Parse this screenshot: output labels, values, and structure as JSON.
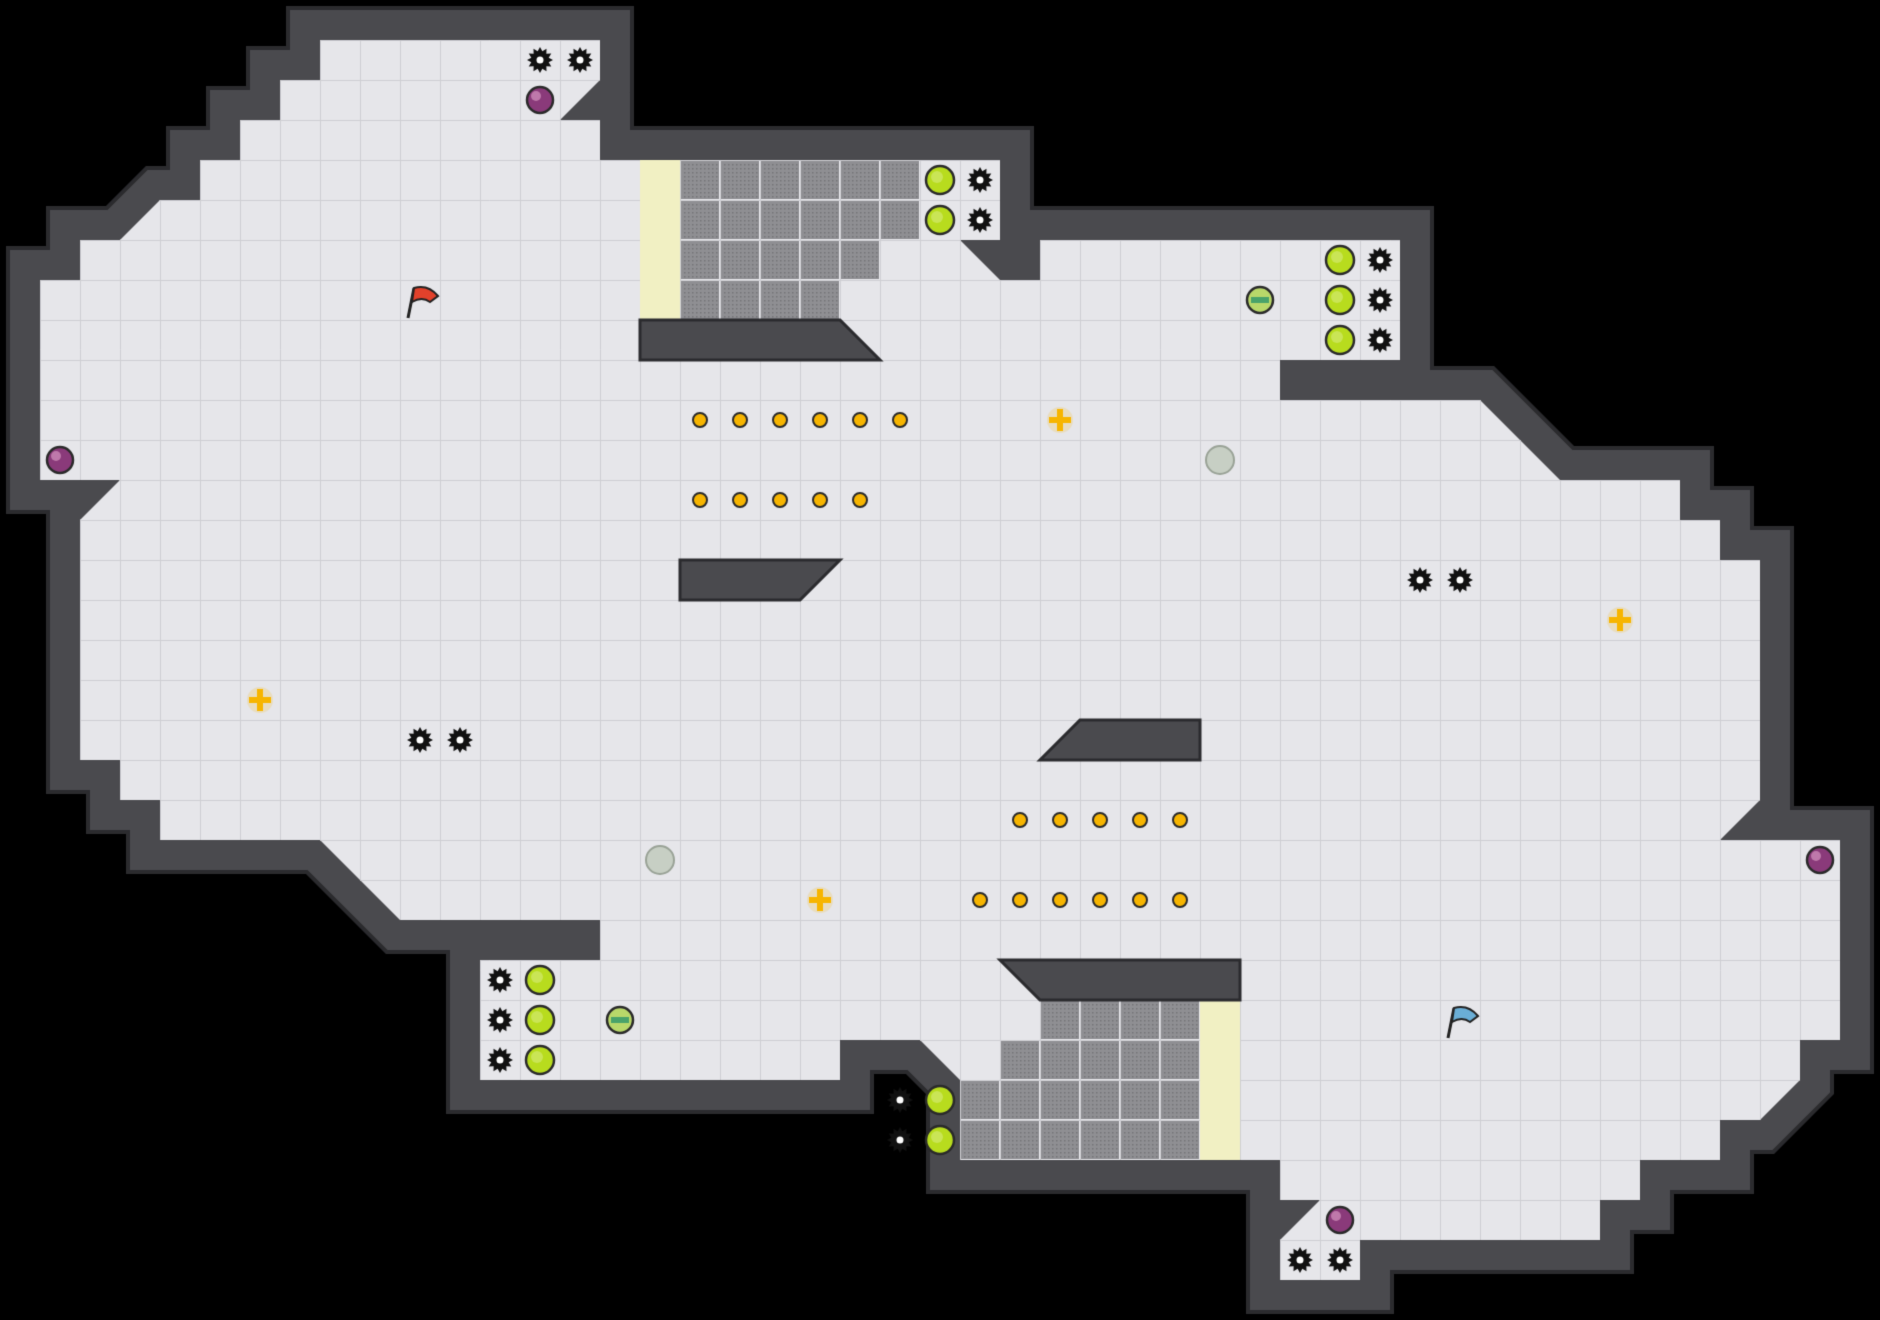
{
  "arena": {
    "colors": {
      "void": "#000000",
      "wall": "#4a4a4e",
      "wall_rim": "#2b2b2e",
      "floor": "#e6e6ea",
      "floor_grid": "#cfcfd4",
      "mesh": "#8f8f93",
      "ledge": "#f1f0c3",
      "pad": "#b8dc1e",
      "coin": "#f7b500",
      "gem": "#8a3a7a",
      "flag_red": "#e2412b",
      "flag_blue": "#6aaed6",
      "orb": "#c7cfc4"
    }
  },
  "items": {
    "flags": [
      {
        "team": "red",
        "col": 10,
        "row": 7
      },
      {
        "team": "blue",
        "col": 36,
        "row": 25
      }
    ],
    "gems": [
      {
        "col": 13,
        "row": 2
      },
      {
        "col": 1,
        "row": 11
      },
      {
        "col": 45,
        "row": 21
      },
      {
        "col": 33,
        "row": 30
      }
    ],
    "pads": [
      {
        "col": 23,
        "row": 4
      },
      {
        "col": 23,
        "row": 5
      },
      {
        "col": 33,
        "row": 6
      },
      {
        "col": 33,
        "row": 7
      },
      {
        "col": 33,
        "row": 8
      },
      {
        "col": 13,
        "row": 24
      },
      {
        "col": 13,
        "row": 25
      },
      {
        "col": 13,
        "row": 26
      },
      {
        "col": 23,
        "row": 27
      },
      {
        "col": 23,
        "row": 28
      }
    ],
    "spikes": [
      {
        "col": 13,
        "row": 1
      },
      {
        "col": 14,
        "row": 1
      },
      {
        "col": 24,
        "row": 4
      },
      {
        "col": 24,
        "row": 5
      },
      {
        "col": 34,
        "row": 6
      },
      {
        "col": 34,
        "row": 7
      },
      {
        "col": 34,
        "row": 8
      },
      {
        "col": 35,
        "row": 14
      },
      {
        "col": 36,
        "row": 14
      },
      {
        "col": 10,
        "row": 18
      },
      {
        "col": 11,
        "row": 18
      },
      {
        "col": 12,
        "row": 24
      },
      {
        "col": 12,
        "row": 25
      },
      {
        "col": 12,
        "row": 26
      },
      {
        "col": 22,
        "row": 27
      },
      {
        "col": 22,
        "row": 28
      },
      {
        "col": 32,
        "row": 31
      },
      {
        "col": 33,
        "row": 31
      }
    ],
    "coins": [
      {
        "col": 17,
        "row": 10
      },
      {
        "col": 18,
        "row": 10
      },
      {
        "col": 19,
        "row": 10
      },
      {
        "col": 20,
        "row": 10
      },
      {
        "col": 21,
        "row": 10
      },
      {
        "col": 22,
        "row": 10
      },
      {
        "col": 17,
        "row": 12
      },
      {
        "col": 18,
        "row": 12
      },
      {
        "col": 19,
        "row": 12
      },
      {
        "col": 20,
        "row": 12
      },
      {
        "col": 21,
        "row": 12
      },
      {
        "col": 25,
        "row": 20
      },
      {
        "col": 26,
        "row": 20
      },
      {
        "col": 27,
        "row": 20
      },
      {
        "col": 28,
        "row": 20
      },
      {
        "col": 29,
        "row": 20
      },
      {
        "col": 24,
        "row": 22
      },
      {
        "col": 25,
        "row": 22
      },
      {
        "col": 26,
        "row": 22
      },
      {
        "col": 27,
        "row": 22
      },
      {
        "col": 28,
        "row": 22
      },
      {
        "col": 29,
        "row": 22
      }
    ],
    "health": [
      {
        "col": 26,
        "row": 10
      },
      {
        "col": 40,
        "row": 15
      },
      {
        "col": 6,
        "row": 17
      },
      {
        "col": 20,
        "row": 22
      }
    ],
    "pills": [
      {
        "col": 31,
        "row": 7
      },
      {
        "col": 15,
        "row": 25
      }
    ],
    "orbs": [
      {
        "col": 30,
        "row": 11
      },
      {
        "col": 16,
        "row": 21
      }
    ]
  }
}
